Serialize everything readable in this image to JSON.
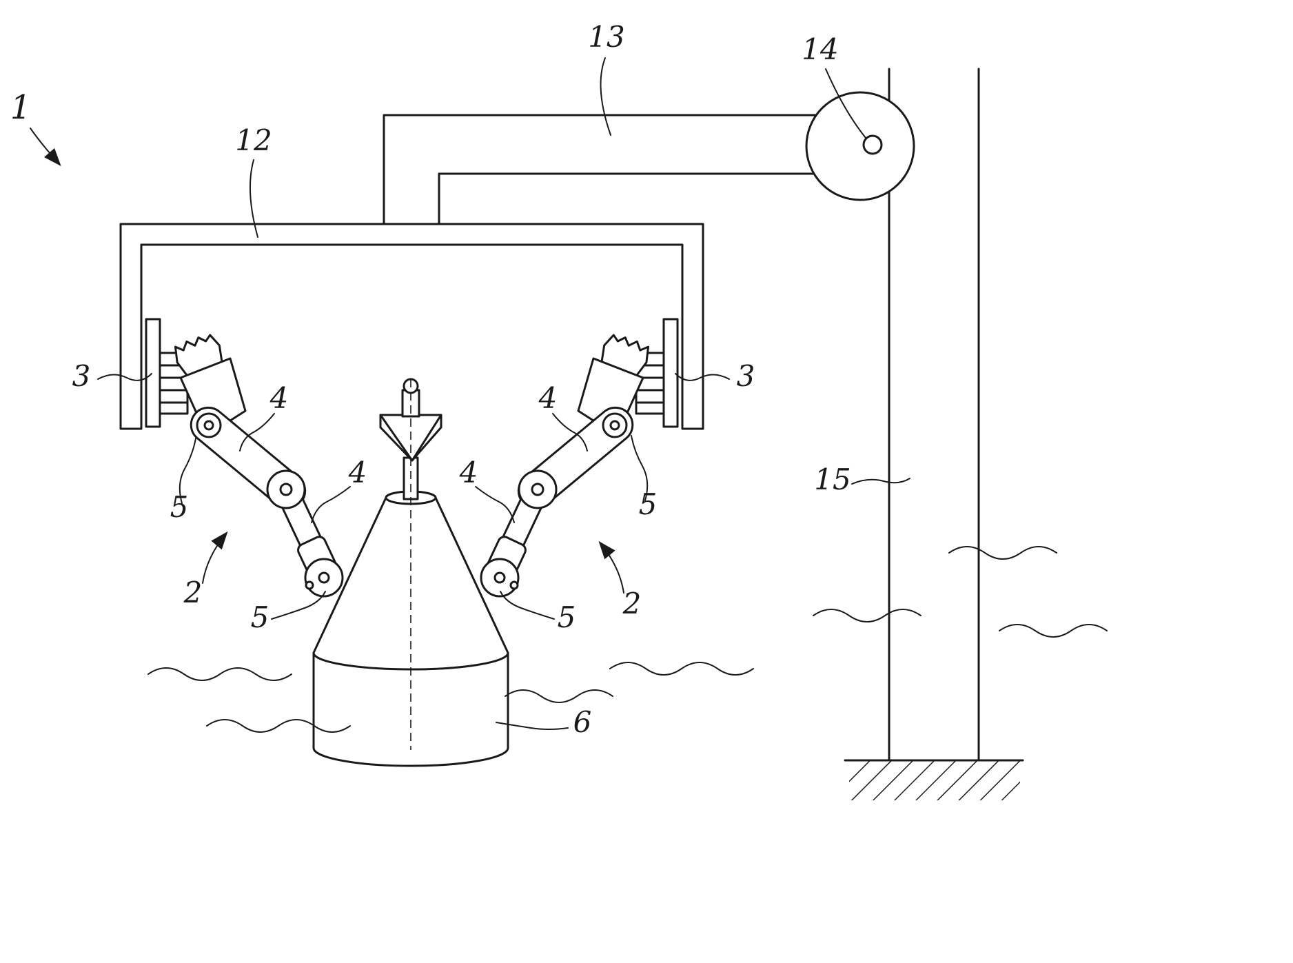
{
  "labels": {
    "ref_1": "1",
    "ref_2": "2",
    "ref_3": "3",
    "ref_4": "4",
    "ref_5": "5",
    "ref_6": "6",
    "ref_12": "12",
    "ref_13": "13",
    "ref_14": "14",
    "ref_15": "15"
  },
  "colors": {
    "ink": "#1a1a1a",
    "background": "#ffffff"
  }
}
